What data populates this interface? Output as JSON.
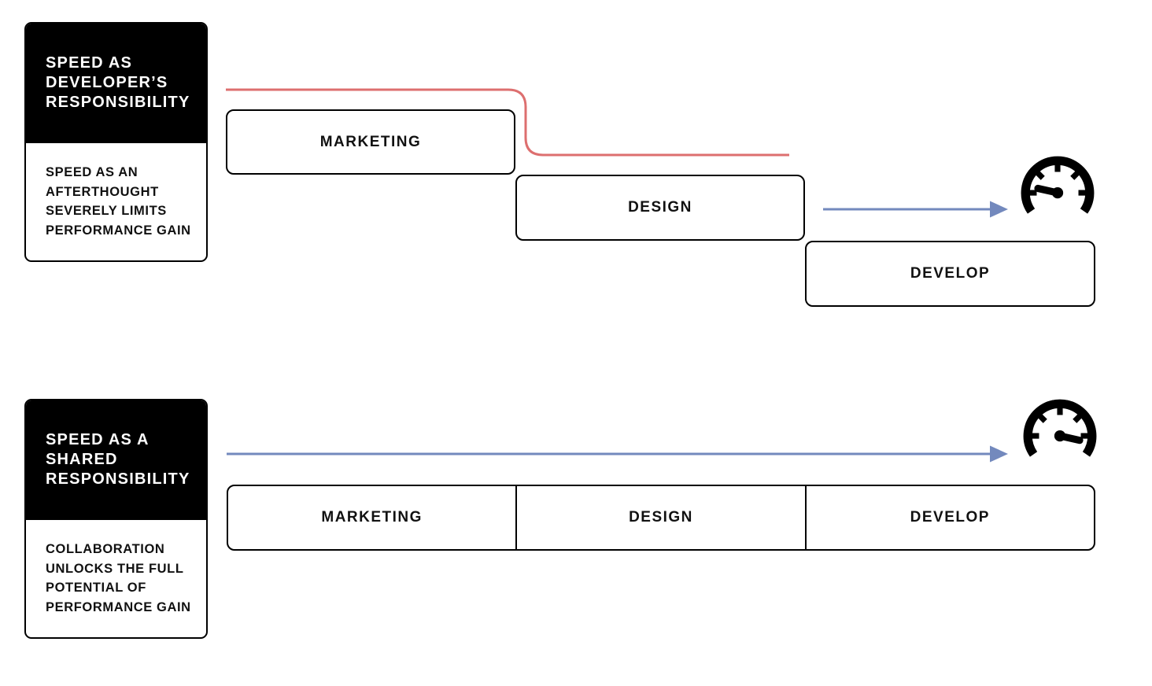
{
  "colors": {
    "background": "#ffffff",
    "red_connector": "#dd6f6f",
    "blue_arrow": "#7389bd",
    "box_border": "#000000",
    "card_black_bg": "#000000",
    "card_title_text": "#ffffff",
    "dark_text": "#111111"
  },
  "icons": {
    "speedometer": "speedometer-gauge-icon"
  },
  "waterfall_section": {
    "card": {
      "title": "SPEED AS\nDEVELOPER’S\nRESPONSIBILITY",
      "description": "SPEED AS AN\nAFTERTHOUGHT\nSEVERELY LIMITS\nPERFORMANCE GAIN"
    },
    "stages": [
      {
        "label": "MARKETING"
      },
      {
        "label": "DESIGN"
      },
      {
        "label": "DEVELOP"
      }
    ]
  },
  "shared_section": {
    "card": {
      "title": "SPEED AS A\nSHARED\nRESPONSIBILITY",
      "description": "COLLABORATION\nUNLOCKS THE FULL\nPOTENTIAL OF\nPERFORMANCE GAIN"
    },
    "stages": [
      {
        "label": "MARKETING"
      },
      {
        "label": "DESIGN"
      },
      {
        "label": "DEVELOP"
      }
    ]
  }
}
